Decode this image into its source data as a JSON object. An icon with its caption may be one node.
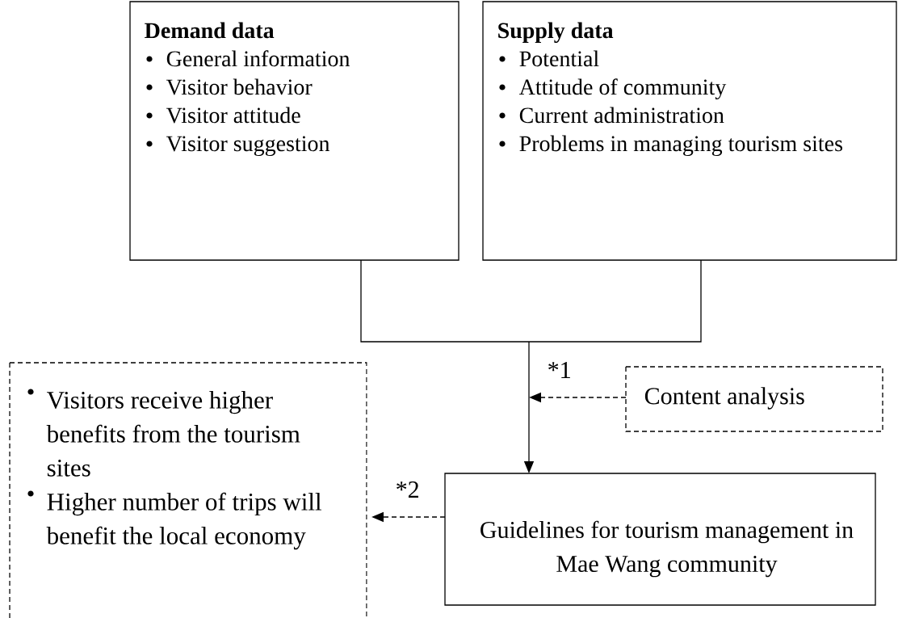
{
  "diagram": {
    "nodes": [
      {
        "text": [
          "Demand data",
          "General information",
          "Visitor behavior",
          "Visitor attitude",
          "Visitor suggestion"
        ]
      },
      {
        "text": [
          "Supply data",
          "Potential",
          "Attitude of community",
          "Current administration",
          "Problems in managing tourism sites"
        ]
      },
      {
        "text": [
          "Visitors receive higher benefits from the tourism sites",
          "Higher number of trips will benefit the local economy"
        ]
      },
      {
        "text": [
          "Content analysis"
        ]
      },
      {
        "text": [
          "Guidelines for tourism management in Mae Wang community"
        ]
      }
    ],
    "edges": [
      {
        "from": 0,
        "to": 4,
        "arrow": "to"
      },
      {
        "from": 1,
        "to": 4,
        "arrow": "to"
      },
      {
        "from": 3,
        "to": null,
        "arrow": "to",
        "style": "dashed"
      },
      {
        "from": 4,
        "to": 2,
        "arrow": "to",
        "style": "dashed"
      }
    ],
    "labels": [
      "*1",
      "*2"
    ]
  }
}
